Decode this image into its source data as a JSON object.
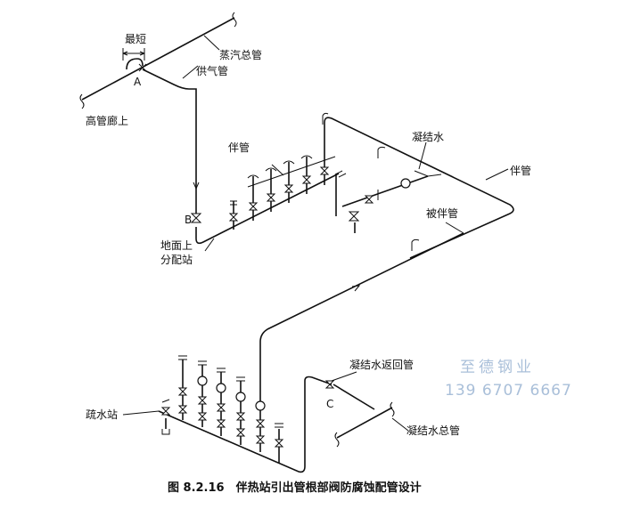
{
  "labels": {
    "shortest": "最短",
    "steam_main": "蒸汽总管",
    "point_a": "A",
    "supply_pipe": "供气管",
    "high_rack": "高管廊上",
    "companion_pipe_left": "伴管",
    "condensate": "凝结水",
    "companion_pipe_right": "伴管",
    "point_b": "B",
    "traced_pipe": "被伴管",
    "ground_dist_1": "地面上",
    "ground_dist_2": "分配站",
    "condensate_return": "凝结水返回管",
    "drain_station": "疏水站",
    "point_c": "C",
    "condensate_main": "凝结水总管"
  },
  "watermark": {
    "company": "至德钢业",
    "phone": "139 6707 6667"
  },
  "caption": "图 8.2.16　伴热站引出管根部阀防腐蚀配管设计",
  "colors": {
    "line": "#111111",
    "watermark": "#a9bfd9"
  }
}
